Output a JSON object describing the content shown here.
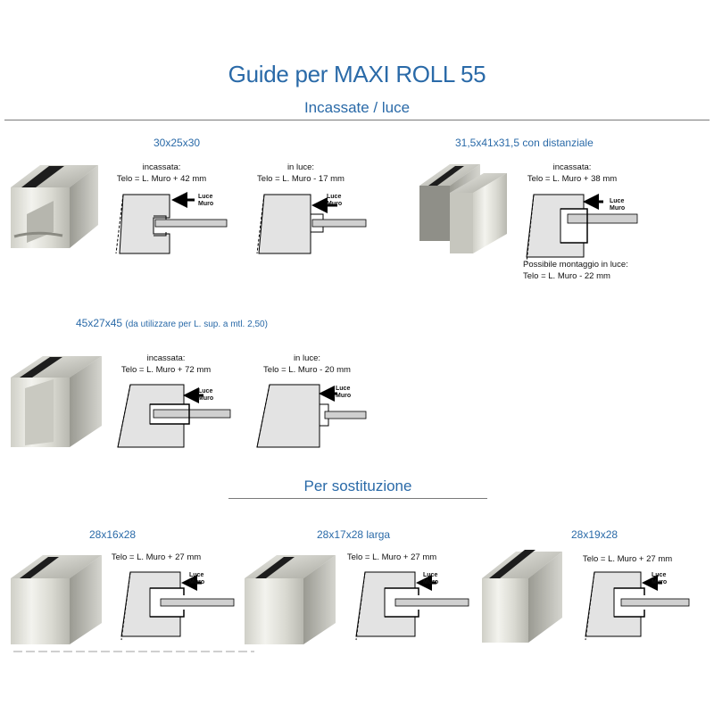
{
  "page": {
    "title": "Guide per MAXI ROLL 55",
    "subtitle": "Incassate / luce",
    "section_replacement": "Per sostituzione"
  },
  "labels": {
    "luce": "Luce",
    "muro": "Muro"
  },
  "guides": [
    {
      "size": "30x25x30",
      "recessed_heading": "incassata:",
      "recessed_formula": "Telo = L. Muro + 42 mm",
      "inline_heading": "in luce:",
      "inline_formula": "Telo = L. Muro - 17 mm"
    },
    {
      "size": "31,5x41x31,5 con distanziale",
      "recessed_heading": "incassata:",
      "recessed_formula": "Telo = L. Muro + 38 mm",
      "alt_heading": "Possibile montaggio in luce:",
      "alt_formula": "Telo = L. Muro - 22 mm"
    },
    {
      "size": "45x27x45",
      "size_note": "(da utilizzare per L. sup. a mtl. 2,50)",
      "recessed_heading": "incassata:",
      "recessed_formula": "Telo = L. Muro + 72 mm",
      "inline_heading": "in luce:",
      "inline_formula": "Telo = L. Muro - 20 mm"
    }
  ],
  "replacements": [
    {
      "size": "28x16x28",
      "formula": "Telo = L. Muro + 27 mm"
    },
    {
      "size": "28x17x28 larga",
      "formula": "Telo = L. Muro + 27 mm"
    },
    {
      "size": "28x19x28",
      "formula": "Telo = L. Muro + 27 mm"
    }
  ]
}
